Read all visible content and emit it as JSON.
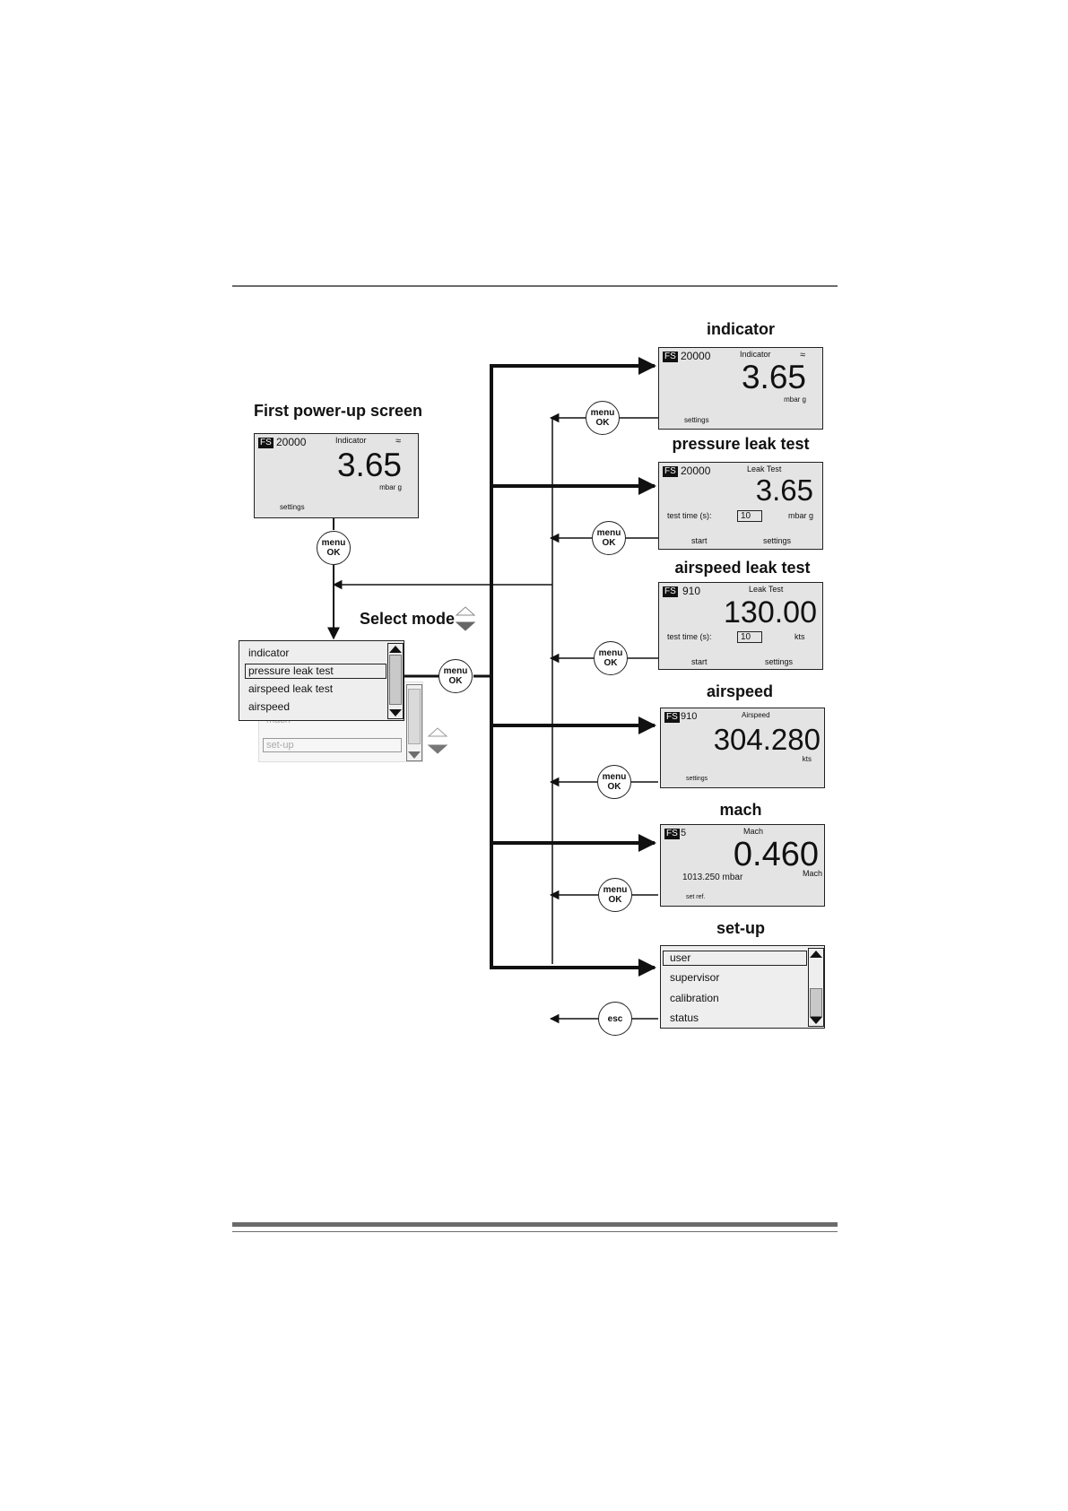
{
  "titles": {
    "first_power_up": "First power-up screen",
    "select_mode": "Select mode",
    "indicator": "indicator",
    "pressure_leak_test": "pressure leak test",
    "airspeed_leak_test": "airspeed leak test",
    "airspeed": "airspeed",
    "mach": "mach",
    "setup": "set-up"
  },
  "buttons": {
    "menu": "menu",
    "ok": "OK",
    "esc": "esc"
  },
  "first_screen": {
    "fs": "FS",
    "range": "20000",
    "mode": "Indicator",
    "wave": "≈",
    "value": "3.65",
    "unit": "mbar g",
    "softkey": "settings"
  },
  "indicator_screen": {
    "fs": "FS",
    "range": "20000",
    "mode": "Indicator",
    "wave": "≈",
    "value": "3.65",
    "unit": "mbar g",
    "softkey": "settings"
  },
  "pressure_leak_screen": {
    "fs": "FS",
    "range": "20000",
    "mode": "Leak Test",
    "value": "3.65",
    "test_time_label": "test time (s):",
    "test_time": "10",
    "unit": "mbar g",
    "left_softkey": "start",
    "right_softkey": "settings"
  },
  "airspeed_leak_screen": {
    "fs": "FS",
    "range": "910",
    "mode": "Leak Test",
    "value": "130.00",
    "test_time_label": "test time (s):",
    "test_time": "10",
    "unit": "kts",
    "left_softkey": "start",
    "right_softkey": "settings"
  },
  "airspeed_screen": {
    "fs": "FS",
    "range": "910",
    "mode": "Airspeed",
    "value": "304.280",
    "unit": "kts",
    "softkey": "settings"
  },
  "mach_screen": {
    "fs": "FS",
    "range": "5",
    "mode": "Mach",
    "value": "0.460",
    "reference": "1013.250 mbar",
    "unit": "Mach",
    "softkey": "set ref."
  },
  "mode_menu": {
    "items": [
      "indicator",
      "pressure leak test",
      "airspeed leak test",
      "airspeed"
    ],
    "selected": "pressure leak test",
    "ghost_items": [
      "mach",
      "set-up"
    ]
  },
  "setup_menu": {
    "items": [
      "user",
      "supervisor",
      "calibration",
      "status"
    ],
    "selected": "user"
  }
}
